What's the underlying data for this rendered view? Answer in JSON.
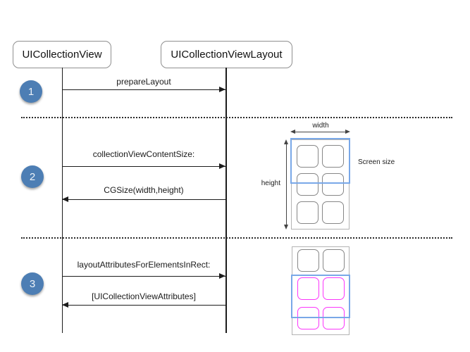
{
  "diagram": {
    "actors": [
      {
        "label": "UICollectionView"
      },
      {
        "label": "UICollectionViewLayout"
      }
    ],
    "steps": [
      {
        "number": "1"
      },
      {
        "number": "2"
      },
      {
        "number": "3"
      }
    ],
    "messages": [
      {
        "label": "prepareLayout",
        "direction": "right"
      },
      {
        "label": "collectionViewContentSize:",
        "direction": "right"
      },
      {
        "label": "CGSize(width,height)",
        "direction": "left"
      },
      {
        "label": "layoutAttributesForElementsInRect:",
        "direction": "right"
      },
      {
        "label": "[UICollectionViewAttributes]",
        "direction": "left"
      }
    ]
  },
  "content_illustration": {
    "width_label": "width",
    "height_label": "height",
    "screen_size_label": "Screen size",
    "grid": {
      "columns": 2,
      "rows": 3
    },
    "visible_cells_in_rect": 4
  },
  "colors": {
    "step_badge": "#4d7eb4",
    "screen_rect": "#79a8e8",
    "highlighted_cell": "#fb35fb",
    "cell_border": "#878787"
  }
}
